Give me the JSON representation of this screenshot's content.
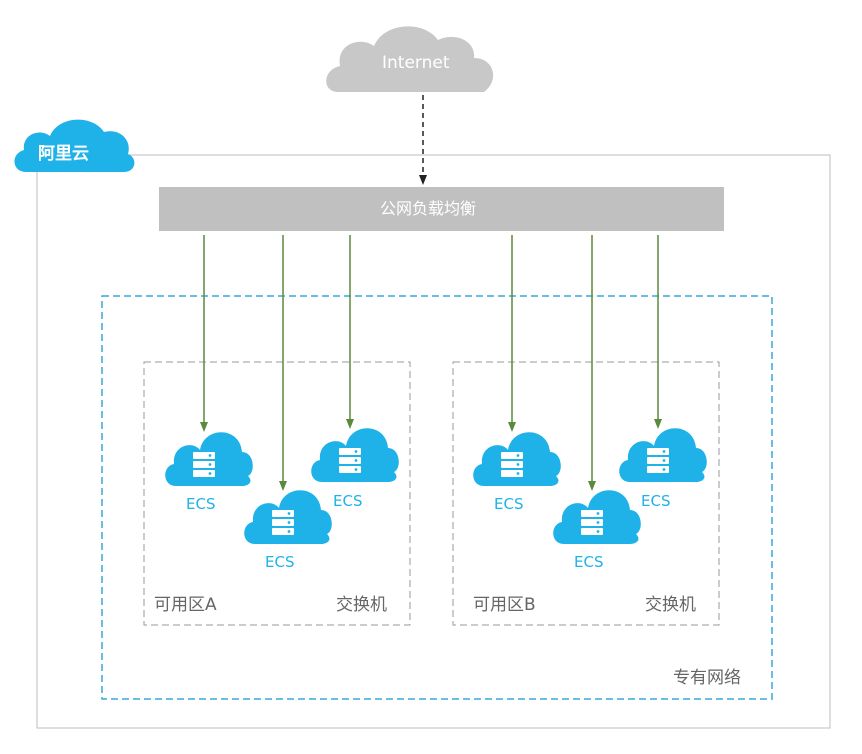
{
  "internet": {
    "label": "Internet"
  },
  "cloud_provider": {
    "label": "阿里云"
  },
  "load_balancer": {
    "label": "公网负载均衡"
  },
  "vpc": {
    "label": "专有网络"
  },
  "zones": [
    {
      "label": "可用区A",
      "switch_label": "交换机",
      "servers": [
        {
          "label": "ECS"
        },
        {
          "label": "ECS"
        },
        {
          "label": "ECS"
        }
      ]
    },
    {
      "label": "可用区B",
      "switch_label": "交换机",
      "servers": [
        {
          "label": "ECS"
        },
        {
          "label": "ECS"
        },
        {
          "label": "ECS"
        }
      ]
    }
  ],
  "colors": {
    "internet_cloud": "#c8c8c8",
    "brand_cloud": "#1fb2e8",
    "ecs": "#1fb2e8",
    "load_balancer_bar": "#c0c0c0",
    "arrow": "#5a8a3c",
    "vpc_border": "#39a9dc",
    "outer_border": "#bdbdbd",
    "zone_border": "#9a9a9a"
  }
}
